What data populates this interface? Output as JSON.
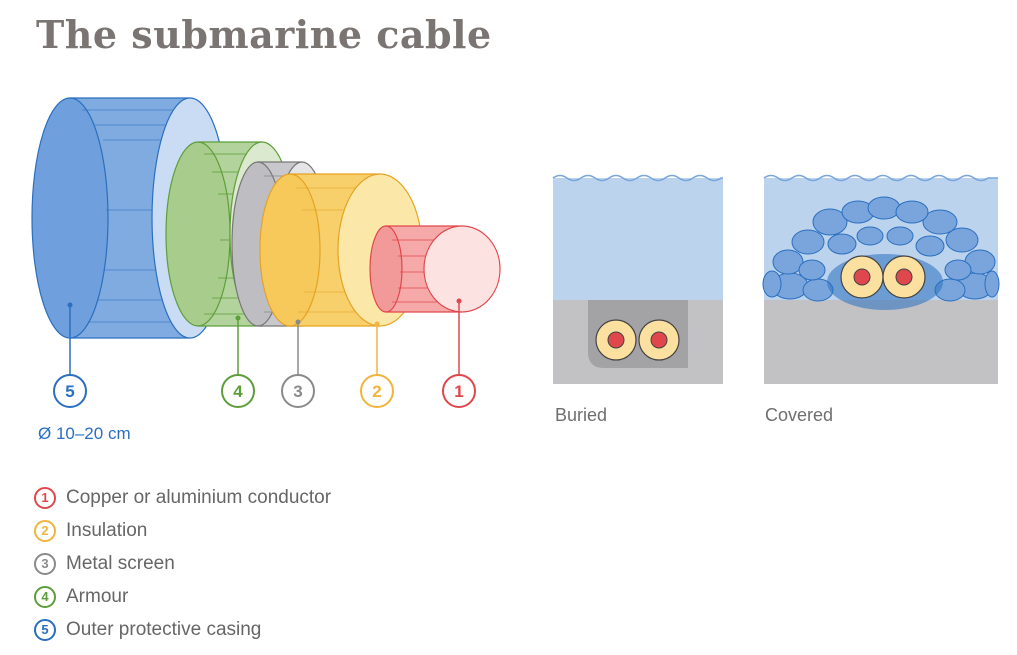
{
  "title": "The submarine cable",
  "diameter_label": "Ø 10–20 cm",
  "layers": [
    {
      "num": "1",
      "label": "Copper or aluminium conductor",
      "color": "#e0474c"
    },
    {
      "num": "2",
      "label": "Insulation",
      "color": "#f2b43c"
    },
    {
      "num": "3",
      "label": "Metal screen",
      "color": "#8a8a8a"
    },
    {
      "num": "4",
      "label": "Armour",
      "color": "#5e9e3a"
    },
    {
      "num": "5",
      "label": "Outer protective casing",
      "color": "#2a6fc0"
    }
  ],
  "scenes": [
    {
      "label": "Buried"
    },
    {
      "label": "Covered"
    }
  ],
  "colors": {
    "water": "#bcd3ee",
    "seabed": "#c2c2c4",
    "rock": "#7aa5dc",
    "rock_outline": "#2a6fc0",
    "title": "#7a7572"
  }
}
